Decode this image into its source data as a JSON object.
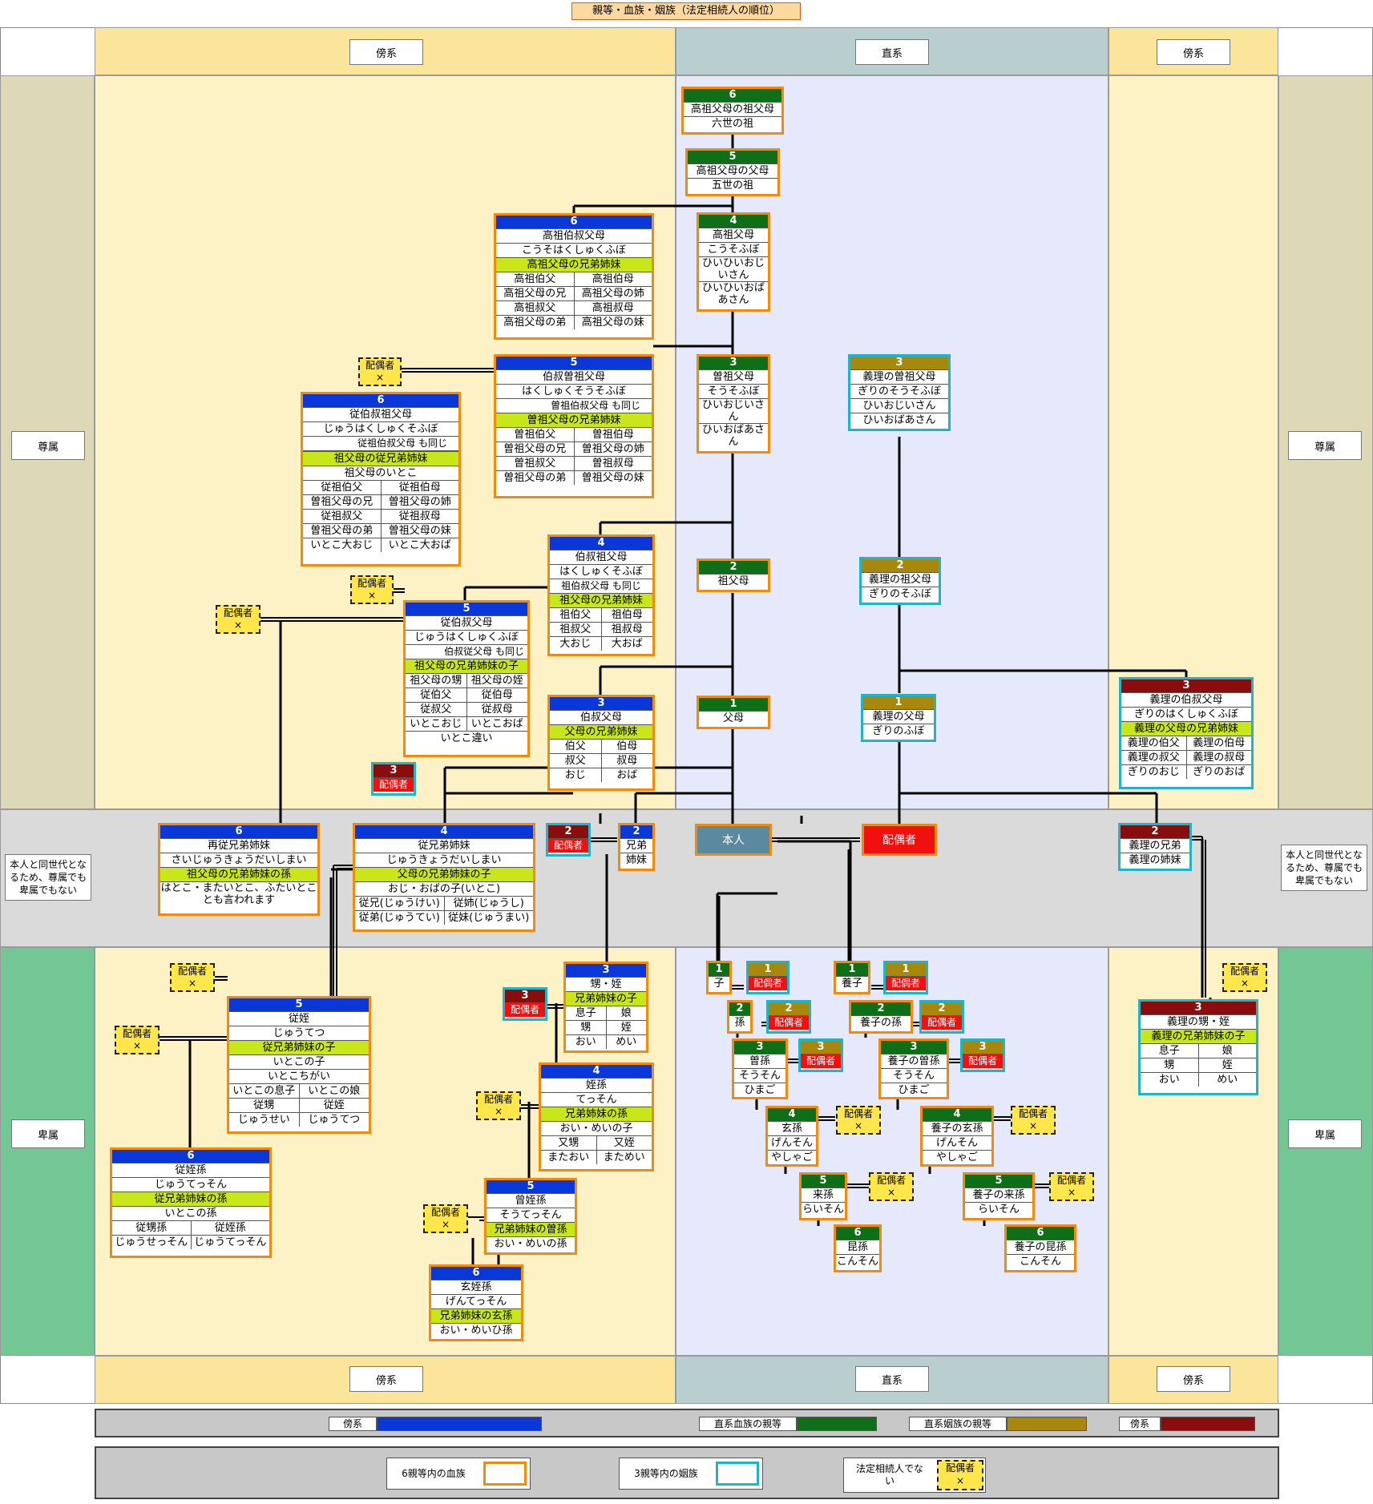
{
  "title": "親等・血族・姻族（法定相続人の順位）",
  "bands": {
    "collateral": "傍系",
    "lineal": "直系",
    "ascendant": "尊属",
    "descendant": "卑属",
    "same_generation": "本人と同世代となるため、尊属でも卑属でもない"
  },
  "spouse_x": {
    "label": "配偶者",
    "mark": "×"
  },
  "cards": {
    "g6_lineal": {
      "degree": "6",
      "rows": [
        "高祖父母の祖父母",
        "六世の祖"
      ]
    },
    "g5_lineal": {
      "degree": "5",
      "rows": [
        "高祖父母の父母",
        "五世の祖"
      ]
    },
    "g4_lineal": {
      "degree": "4",
      "rows": [
        "高祖父母",
        "こうそふぼ",
        "ひいひいおじいさん",
        "ひいひいおばあさん"
      ]
    },
    "g3_lineal": {
      "degree": "3",
      "rows": [
        "曽祖父母",
        "そうそふぼ",
        "ひいおじいさん",
        "ひいおばあさん"
      ]
    },
    "g2_lineal": {
      "degree": "2",
      "rows": [
        "祖父母"
      ]
    },
    "g1_lineal": {
      "degree": "1",
      "rows": [
        "父母"
      ]
    },
    "self": "本人",
    "spouse_main": "配偶者",
    "c6_gg_uncle": {
      "degree": "6",
      "rows": [
        "高祖伯叔父母",
        "こうそはくしゅくふぼ",
        "高祖父母の兄弟姉妹"
      ],
      "pairs": [
        [
          "高祖伯父",
          "高祖伯母"
        ],
        [
          "高祖父母の兄",
          "高祖父母の姉"
        ],
        [
          "高祖叔父",
          "高祖叔母"
        ],
        [
          "高祖父母の弟",
          "高祖父母の妹"
        ]
      ]
    },
    "c5_g_uncle": {
      "degree": "5",
      "rows": [
        "伯叔曽祖父母",
        "はくしゅくそうそふぼ",
        "曽祖伯叔父母 も同じ",
        "曽祖父母の兄弟姉妹"
      ],
      "pairs": [
        [
          "曽祖伯父",
          "曽祖伯母"
        ],
        [
          "曽祖父母の兄",
          "曽祖父母の姉"
        ],
        [
          "曽祖叔父",
          "曽祖叔母"
        ],
        [
          "曽祖父母の弟",
          "曽祖父母の妹"
        ]
      ]
    },
    "c6_cousin_gp": {
      "degree": "6",
      "rows": [
        "従伯叔祖父母",
        "じゅうはくしゅくそふぼ",
        "従祖伯叔父母 も同じ",
        "祖父母の従兄弟姉妹",
        "祖父母のいとこ"
      ],
      "pairs": [
        [
          "従祖伯父",
          "従祖伯母"
        ],
        [
          "曽祖父母の兄",
          "曽祖父母の姉"
        ],
        [
          "従祖叔父",
          "従祖叔母"
        ],
        [
          "曽祖父母の弟",
          "曽祖父母の妹"
        ],
        [
          "いとこ大おじ",
          "いとこ大おば"
        ]
      ]
    },
    "c4_gp_sib": {
      "degree": "4",
      "rows": [
        "伯叔祖父母",
        "はくしゅくそふぼ",
        "祖伯叔父母 も同じ",
        "祖父母の兄弟姉妹"
      ],
      "pairs": [
        [
          "祖伯父",
          "祖伯母"
        ],
        [
          "祖叔父",
          "祖叔母"
        ],
        [
          "大おじ",
          "大おば"
        ]
      ]
    },
    "c5_p_cousin": {
      "degree": "5",
      "rows": [
        "従伯叔父母",
        "じゅうはくしゅくふぼ",
        "伯叔従父母 も同じ",
        "祖父母の兄弟姉妹の子"
      ],
      "pairs": [
        [
          "祖父母の甥",
          "祖父母の姪"
        ],
        [
          "従伯父",
          "従伯母"
        ],
        [
          "従叔父",
          "従叔母"
        ],
        [
          "いとこおじ",
          "いとこおば"
        ]
      ],
      "tail": "いとこ違い"
    },
    "c3_uncle": {
      "degree": "3",
      "rows": [
        "伯叔父母",
        "父母の兄弟姉妹"
      ],
      "pairs": [
        [
          "伯父",
          "伯母"
        ],
        [
          "叔父",
          "叔母"
        ],
        [
          "おじ",
          "おば"
        ]
      ]
    },
    "c6_second_cousin": {
      "degree": "6",
      "rows": [
        "再従兄弟姉妹",
        "さいじゅうきょうだいしまい",
        "祖父母の兄弟姉妹の孫",
        "はとこ・またいとこ、ふたいとことも言われます"
      ]
    },
    "c4_cousin": {
      "degree": "4",
      "rows": [
        "従兄弟姉妹",
        "じゅうきょうだいしまい",
        "父母の兄弟姉妹の子",
        "おじ・おばの子(いとこ)"
      ],
      "pairs": [
        [
          "従兄(じゅうけい)",
          "従姉(じゅうし)"
        ],
        [
          "従弟(じゅうてい)",
          "従妹(じゅうまい)"
        ]
      ]
    },
    "c2_sibling": {
      "degree": "2",
      "rows": [
        "兄弟",
        "姉妹"
      ]
    },
    "c3_niece": {
      "degree": "3",
      "rows": [
        "甥・姪",
        "兄弟姉妹の子"
      ],
      "pairs": [
        [
          "息子",
          "娘"
        ],
        [
          "甥",
          "姪"
        ],
        [
          "おい",
          "めい"
        ]
      ]
    },
    "c4_grandniece": {
      "degree": "4",
      "rows": [
        "姪孫",
        "てっそん",
        "兄弟姉妹の孫",
        "おい・めいの子"
      ],
      "pairs": [
        [
          "又甥",
          "又姪"
        ],
        [
          "またおい",
          "まためい"
        ]
      ]
    },
    "c5_ggniece": {
      "degree": "5",
      "rows": [
        "曾姪孫",
        "そうてっそん",
        "兄弟姉妹の曽孫",
        "おい・めいの孫"
      ]
    },
    "c6_gggniece": {
      "degree": "6",
      "rows": [
        "玄姪孫",
        "げんてっそん",
        "兄弟姉妹の玄孫",
        "おい・めいひ孫"
      ]
    },
    "c5_cousin_child": {
      "degree": "5",
      "rows": [
        "従姪",
        "じゅうてつ",
        "従兄弟姉妹の子",
        "いとこの子",
        "いとこちがい"
      ],
      "pairs": [
        [
          "いとこの息子",
          "いとこの娘"
        ],
        [
          "従甥",
          "従姪"
        ],
        [
          "じゅうせい",
          "じゅうてつ"
        ]
      ]
    },
    "c6_cousin_gchild": {
      "degree": "6",
      "rows": [
        "従姪孫",
        "じゅうてっそん",
        "従兄弟姉妹の孫",
        "いとこの孫"
      ],
      "pairs": [
        [
          "従甥孫",
          "従姪孫"
        ],
        [
          "じゅうせっそん",
          "じゅうてっそん"
        ]
      ]
    },
    "d1": {
      "degree": "1",
      "rows": [
        "子"
      ]
    },
    "d2": {
      "degree": "2",
      "rows": [
        "孫"
      ]
    },
    "d3": {
      "degree": "3",
      "rows": [
        "曽孫",
        "そうそん",
        "ひまご"
      ]
    },
    "d4": {
      "degree": "4",
      "rows": [
        "玄孫",
        "げんそん",
        "やしゃご"
      ]
    },
    "d5": {
      "degree": "5",
      "rows": [
        "来孫",
        "らいそん"
      ]
    },
    "d6": {
      "degree": "6",
      "rows": [
        "昆孫",
        "こんそん"
      ]
    },
    "a1": {
      "degree": "1",
      "rows": [
        "養子"
      ]
    },
    "a2": {
      "degree": "2",
      "rows": [
        "養子の孫"
      ]
    },
    "a3": {
      "degree": "3",
      "rows": [
        "養子の曽孫",
        "そうそん",
        "ひまご"
      ]
    },
    "a4": {
      "degree": "4",
      "rows": [
        "養子の玄孫",
        "げんそん",
        "やしゃご"
      ]
    },
    "a5": {
      "degree": "5",
      "rows": [
        "養子の来孫",
        "らいそん"
      ]
    },
    "a6": {
      "degree": "6",
      "rows": [
        "養子の昆孫",
        "こんそん"
      ]
    },
    "i3_gp": {
      "degree": "3",
      "rows": [
        "義理の曽祖父母",
        "ぎりのそうそふぼ",
        "ひいおじいさん",
        "ひいおばあさん"
      ]
    },
    "i2_gp": {
      "degree": "2",
      "rows": [
        "義理の祖父母",
        "ぎりのそふぼ"
      ]
    },
    "i1_p": {
      "degree": "1",
      "rows": [
        "義理の父母",
        "ぎりのふぼ"
      ]
    },
    "i3_uncle": {
      "degree": "3",
      "rows": [
        "義理の伯叔父母",
        "ぎりのはくしゅくふぼ",
        "義理の父母の兄弟姉妹"
      ],
      "pairs": [
        [
          "義理の伯父",
          "義理の伯母"
        ],
        [
          "義理の叔父",
          "義理の叔母"
        ],
        [
          "ぎりのおじ",
          "ぎりのおば"
        ]
      ]
    },
    "i2_sib": {
      "degree": "2",
      "rows": [
        "義理の兄弟",
        "義理の姉妹"
      ]
    },
    "i3_niece": {
      "degree": "3",
      "rows": [
        "義理の甥・姪",
        "義理の兄弟姉妹の子"
      ],
      "pairs": [
        [
          "息子",
          "娘"
        ],
        [
          "甥",
          "姪"
        ],
        [
          "おい",
          "めい"
        ]
      ]
    },
    "sp_badge": {
      "d1": "1",
      "d2": "2",
      "d3": "3",
      "label": "配偶者"
    }
  },
  "legend": {
    "row1": [
      {
        "label": "傍系",
        "color": "#0a37d8"
      },
      {
        "label": "直系血族の親等",
        "color": "#0f6f18"
      },
      {
        "label": "直系姻族の親等",
        "color": "#a8880c"
      },
      {
        "label": "傍系",
        "color": "#8a0d0d"
      }
    ],
    "row2": [
      {
        "label": "6親等内の血族",
        "color": "#f08a10"
      },
      {
        "label": "3親等内の姻族",
        "color": "#1fb4c6"
      },
      {
        "label": "法定相続人でない",
        "badge": "配偶者",
        "mark": "×"
      }
    ]
  }
}
